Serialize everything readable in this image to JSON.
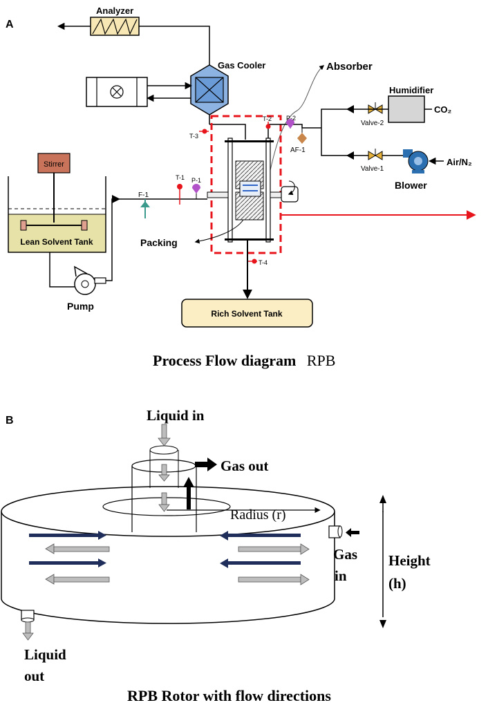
{
  "panel_a": {
    "letter": "A",
    "labels": {
      "analyzer": "Analyzer",
      "gas_cooler": "Gas Cooler",
      "absorber": "Absorber",
      "humidifier": "Humidifier",
      "co2": "CO₂",
      "valve2": "Valve-2",
      "valve1": "Valve-1",
      "air_n2": "Air/N₂",
      "blower": "Blower",
      "stirrer": "Stirrer",
      "lean_tank": "Lean Solvent Tank",
      "pump": "Pump",
      "packing": "Packing",
      "rich_tank": "Rich Solvent Tank",
      "f1": "F-1",
      "t1": "T-1",
      "p1": "P-1",
      "t2": "T-2",
      "p2": "P-2",
      "t3": "T-3",
      "t4": "T-4",
      "af1": "AF-1"
    },
    "caption_bold": "Process Flow diagram",
    "caption_normal": "RPB"
  },
  "panel_b": {
    "letter": "B",
    "labels": {
      "liquid_in": "Liquid in",
      "gas_out": "Gas out",
      "radius": "Radius (r)",
      "gas": "Gas",
      "in": "in",
      "height": "Height",
      "h": "(h)",
      "liquid": "Liquid",
      "out": "out"
    },
    "caption": "RPB Rotor with flow directions"
  },
  "colors": {
    "red_dashed": "#e8141b",
    "rich_tank_fill": "#fbeec5",
    "lean_tank_fill": "#e6e2a8",
    "stirrer_fill": "#c8735a",
    "blower_fill": "#2c6fb0",
    "cooler_fill": "#8db3e2",
    "navy_arrow": "#1f2d5a",
    "gray_arrow": "#b4b4b4"
  }
}
